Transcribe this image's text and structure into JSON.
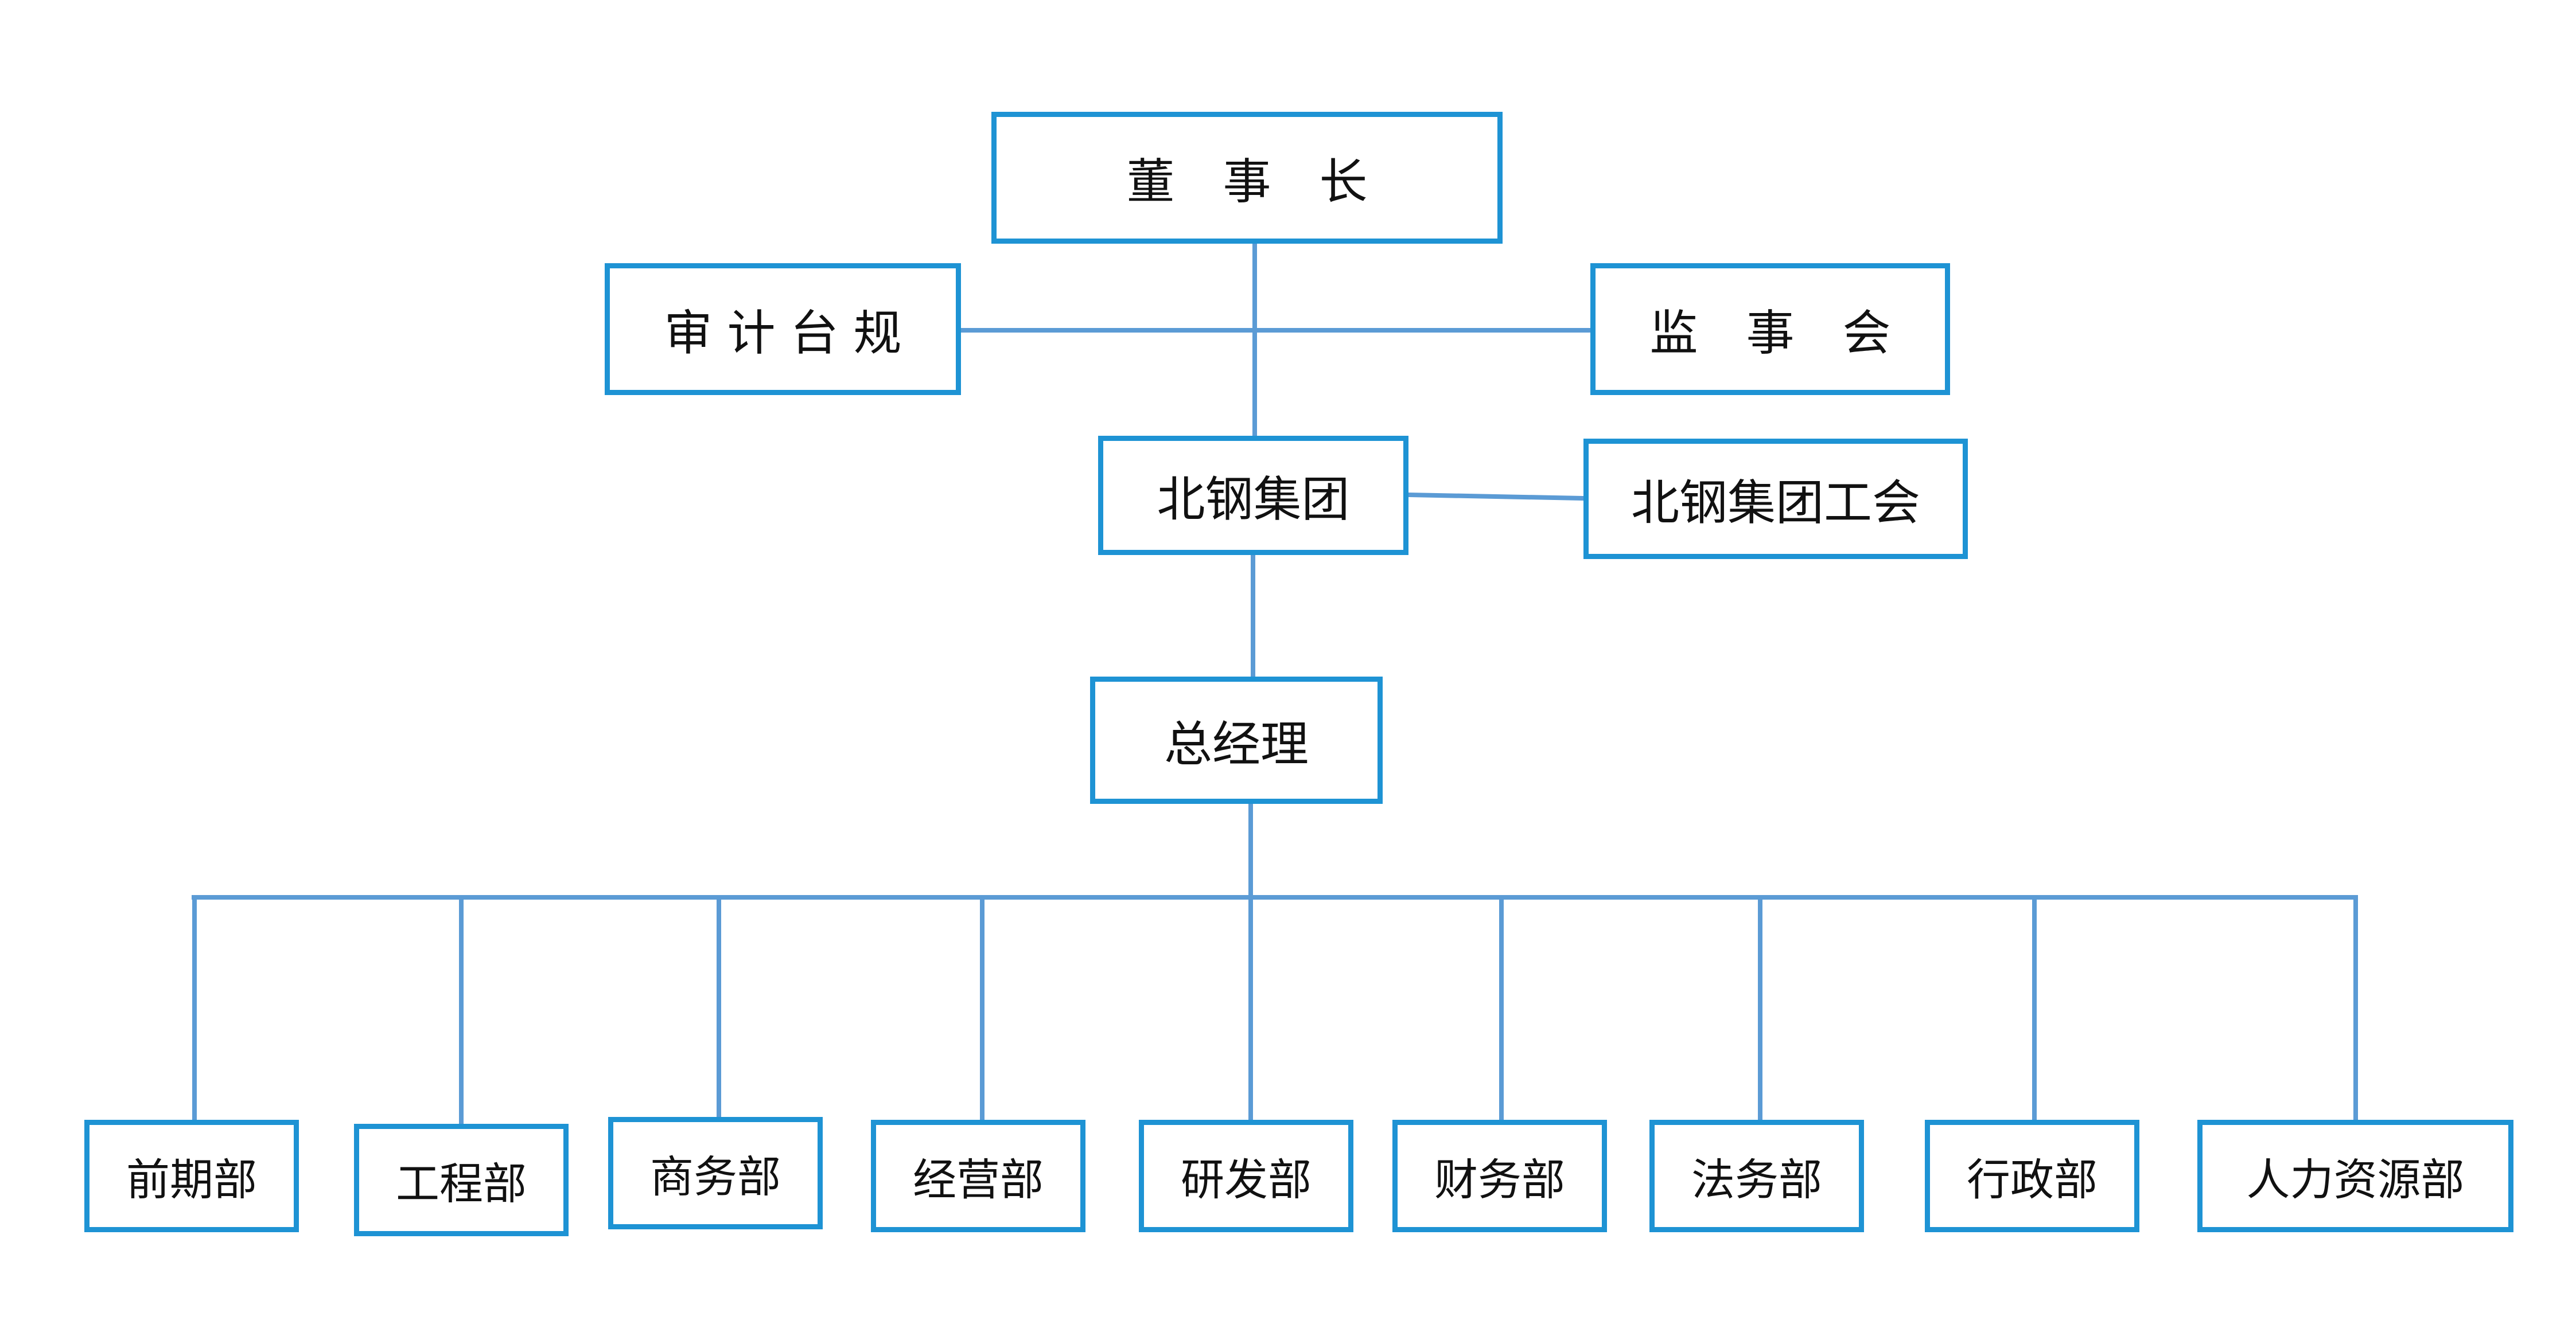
{
  "chairman": "董　事　长",
  "audit": "审计台规",
  "supervisory_board": "监　事　会",
  "group": "北钢集团",
  "union": "北钢集团工会",
  "general_manager": "总经理",
  "departments": [
    "前期部",
    "工程部",
    "商务部",
    "经营部",
    "研发部",
    "财务部",
    "法务部",
    "行政部",
    "人力资源部"
  ],
  "colors": {
    "box_border": "#1e93d4",
    "connector": "#5b9bd5",
    "text": "#111111",
    "background": "#ffffff"
  }
}
